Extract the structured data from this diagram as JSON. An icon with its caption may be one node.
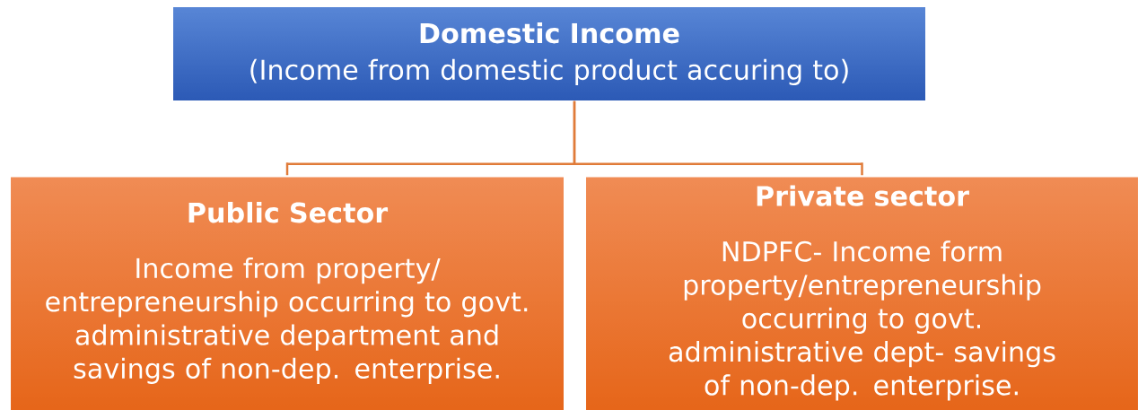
{
  "diagram": {
    "nodes": [
      {
        "text": [
          "Domestic Income",
          "(Income from domestic product accuring to)"
        ]
      },
      {
        "text": [
          "Public Sector",
          "Income from property/ entrepreneurship occurring to govt. administrative department and savings of non-dep. enterprise."
        ]
      },
      {
        "text": [
          "Private sector",
          "NDPFC- Income form property/entrepreneurship occurring to govt. administrative dept- savings of non-dep. enterprise."
        ]
      }
    ],
    "edges": [
      {
        "from": 0,
        "to": 1,
        "arrow": "none"
      },
      {
        "from": 0,
        "to": 2,
        "arrow": "none"
      }
    ]
  }
}
